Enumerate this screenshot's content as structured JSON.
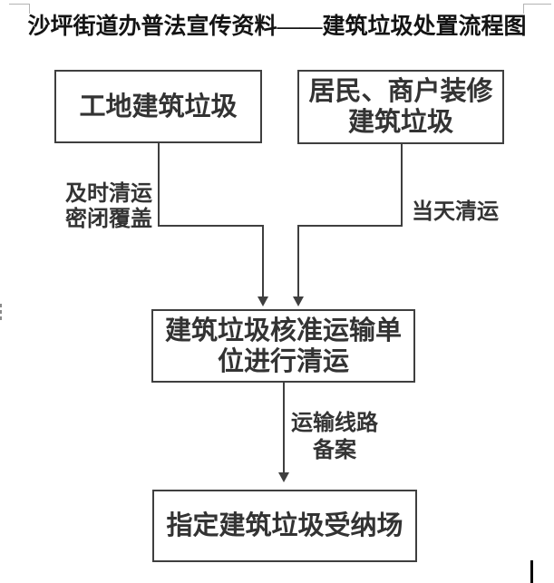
{
  "title": {
    "text": "沙坪街道办普法宣传资料——建筑垃圾处置流程图"
  },
  "flowchart": {
    "nodes": [
      {
        "id": "site-waste",
        "lines": [
          "工地建筑垃圾"
        ]
      },
      {
        "id": "resident-renovation-waste",
        "lines": [
          "居民、商户装修",
          "建筑垃圾"
        ]
      },
      {
        "id": "approved-transport-unit",
        "lines": [
          "建筑垃圾核准运输单",
          "位进行清运"
        ]
      },
      {
        "id": "designated-receiving-site",
        "lines": [
          "指定建筑垃圾受纳场"
        ]
      }
    ],
    "edges": [
      {
        "from": "site-waste",
        "to": "approved-transport-unit",
        "label": "及时清运 密闭覆盖"
      },
      {
        "from": "resident-renovation-waste",
        "to": "approved-transport-unit",
        "label": "当天清运"
      },
      {
        "from": "approved-transport-unit",
        "to": "designated-receiving-site",
        "label": "运输线路 备案"
      }
    ],
    "edge_labels": [
      {
        "id": "timely-removal",
        "lines": [
          "及时清运",
          "密闭覆盖"
        ]
      },
      {
        "id": "same-day-removal",
        "lines": [
          "当天清运"
        ]
      },
      {
        "id": "route-filing",
        "lines": [
          "运输线路",
          "备案"
        ]
      }
    ]
  },
  "colors": {
    "background": "#ffffff",
    "box_border": "#3f3f3f",
    "connector": "#3f3f3f",
    "box_text": "#333333",
    "title_text": "#141414",
    "crop_mark": "#b3b3b3",
    "caret": "#000000"
  }
}
